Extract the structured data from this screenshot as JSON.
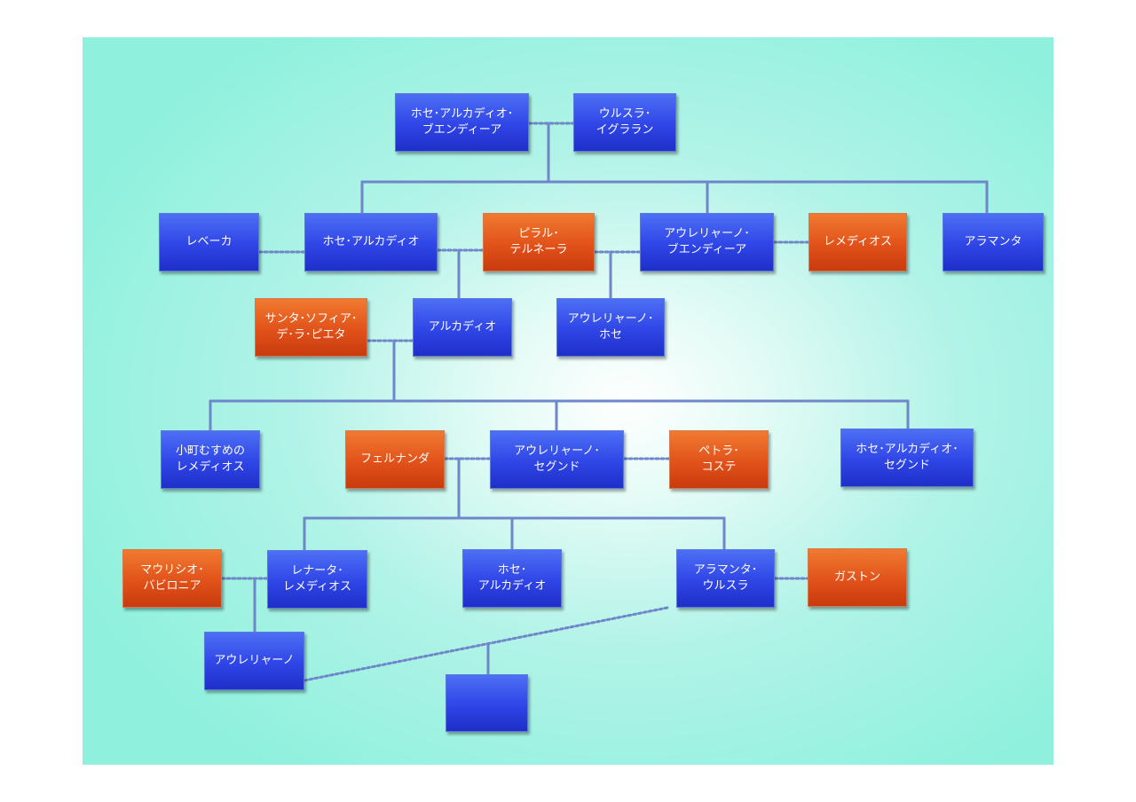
{
  "diagram": {
    "nodes": [
      {
        "id": "jose_arcadio_buendia",
        "label": "ホセ･アルカディオ･\nブエンディーア",
        "kind": "male"
      },
      {
        "id": "ursula_iguaran",
        "label": "ウルスラ･\nイグララン",
        "kind": "male"
      },
      {
        "id": "rebeca",
        "label": "レベーカ",
        "kind": "male"
      },
      {
        "id": "jose_arcadio",
        "label": "ホセ･アルカディオ",
        "kind": "male"
      },
      {
        "id": "pilar_ternera",
        "label": "ピラル･\nテルネーラ",
        "kind": "female"
      },
      {
        "id": "aureliano_buendia",
        "label": "アウレリャーノ･\nブエンディーア",
        "kind": "male"
      },
      {
        "id": "remedios",
        "label": "レメディオス",
        "kind": "female"
      },
      {
        "id": "amaranta",
        "label": "アラマンタ",
        "kind": "male"
      },
      {
        "id": "santa_sofia",
        "label": "サンタ･ソフィア･\nデ･ラ･ピエタ",
        "kind": "female"
      },
      {
        "id": "arcadio",
        "label": "アルカディオ",
        "kind": "male"
      },
      {
        "id": "aureliano_jose",
        "label": "アウレリャーノ･\nホセ",
        "kind": "male"
      },
      {
        "id": "remedios_beauty",
        "label": "小町むすめの\nレメディオス",
        "kind": "male"
      },
      {
        "id": "fernanda",
        "label": "フェルナンダ",
        "kind": "female"
      },
      {
        "id": "aureliano_segundo",
        "label": "アウレリャーノ･\nセグンド",
        "kind": "male"
      },
      {
        "id": "petra_cotes",
        "label": "ペトラ･\nコステ",
        "kind": "female"
      },
      {
        "id": "jose_arcadio_segundo",
        "label": "ホセ･アルカディオ･\nセグンド",
        "kind": "male"
      },
      {
        "id": "mauricio",
        "label": "マウリシオ･\nバビロニア",
        "kind": "female"
      },
      {
        "id": "renata_remedios",
        "label": "レナータ･\nレメディオス",
        "kind": "male"
      },
      {
        "id": "jose_arcadio_2",
        "label": "ホセ･\nアルカディオ",
        "kind": "male"
      },
      {
        "id": "amaranta_ursula",
        "label": "アラマンタ･\nウルスラ",
        "kind": "male"
      },
      {
        "id": "gaston",
        "label": "ガストン",
        "kind": "female"
      },
      {
        "id": "aureliano",
        "label": "アウレリャーノ",
        "kind": "male"
      },
      {
        "id": "last_child",
        "label": "",
        "kind": "male"
      }
    ],
    "colors": {
      "male": "#2f45e6",
      "female": "#e1521a",
      "line": "#6f86c9"
    }
  }
}
